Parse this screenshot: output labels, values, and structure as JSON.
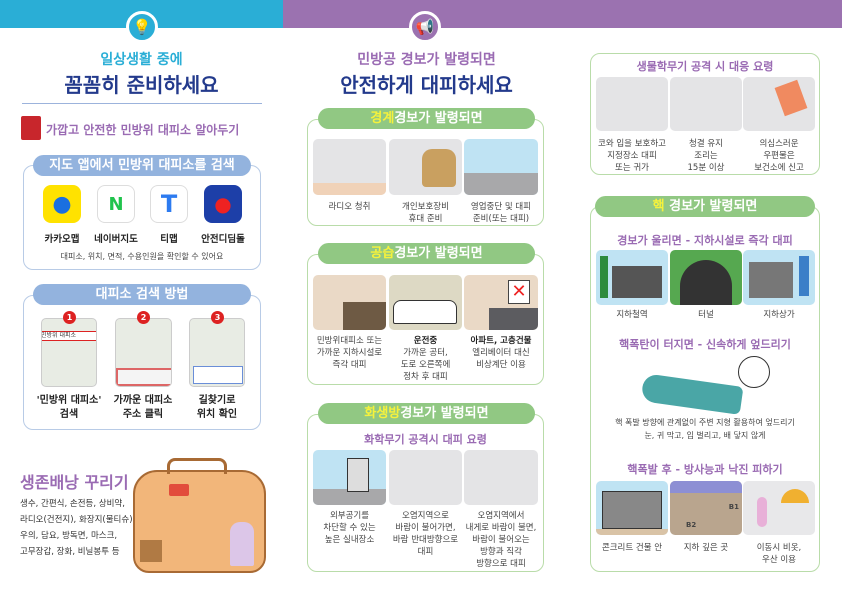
{
  "colors": {
    "left_accent": "#2aaed6",
    "right_accent": "#9b72b0",
    "title_navy": "#233a8c",
    "pill_green": "#91c883",
    "pill_blue": "#93b3de",
    "highlight_yellow": "#f6f23c"
  },
  "left": {
    "icon": "lightbulb-icon",
    "subtitle": "일상생활 중에",
    "title": "꼼꼼히 준비하세요",
    "shelter_heading": "가깝고 안전한 민방위 대피소 알아두기",
    "map_search": {
      "header": "지도 앱에서 민방위 대피소를 검색",
      "apps": [
        {
          "label": "카카오맵",
          "color": "#ffe200"
        },
        {
          "label": "네이버지도",
          "color": "#ffffff"
        },
        {
          "label": "티맵",
          "color": "#ffffff"
        },
        {
          "label": "안전디딤돌",
          "color": "#1d3fa8"
        }
      ],
      "note": "대피소, 위치, 면적, 수용인원을 확인할 수 있어요"
    },
    "search_method": {
      "header": "대피소 검색 방법",
      "steps": [
        {
          "num": "1",
          "search_text": "민방위 대피소",
          "line1": "'민방위 대피소'",
          "line2": "검색"
        },
        {
          "num": "2",
          "line1": "가까운 대피소",
          "line2": "주소 클릭"
        },
        {
          "num": "3",
          "line1": "길찾기로",
          "line2": "위치 확인"
        }
      ]
    },
    "survival_bag": {
      "title": "생존배낭 꾸리기",
      "lines": [
        "생수, 간편식, 손전등, 상비약,",
        "라디오(건전지), 화장지(물티슈),",
        "우의, 담요, 방독면, 마스크,",
        "고무장갑, 장화, 비닐봉투 등"
      ]
    }
  },
  "middle": {
    "icon": "megaphone-icon",
    "subtitle": "민방공 경보가 발령되면",
    "title": "안전하게 대피하세요",
    "alert": {
      "hl": "경계",
      "rest": "경보가 발령되면",
      "items": [
        {
          "l1": "라디오 청취",
          "l2": ""
        },
        {
          "l1": "개인보호장비",
          "l2": "휴대 준비"
        },
        {
          "l1": "영업중단 및 대피",
          "l2": "준비(또는 대피)"
        }
      ]
    },
    "air_raid": {
      "hl": "공습",
      "rest": "경보가 발령되면",
      "items": [
        {
          "bold": "",
          "lines": [
            "민방위대피소 또는",
            "가까운 지하시설로",
            "즉각 대피"
          ]
        },
        {
          "bold": "운전중",
          "lines": [
            "가까운 공터,",
            "도로 오른쪽에",
            "정차 후 대피"
          ]
        },
        {
          "bold": "아파트, 고층건물",
          "lines": [
            "엘리베이터 대신",
            "비상계단 이용"
          ]
        }
      ]
    },
    "cbr": {
      "hl": "화생방",
      "rest": "경보가 발령되면",
      "subtitle": "화학무기 공격시 대피 요령",
      "items": [
        {
          "lines": [
            "외부공기를",
            "차단할 수 있는",
            "높은 실내장소"
          ]
        },
        {
          "lines": [
            "오염지역으로",
            "바람이 불어가면,",
            "바람 반대방향으로",
            "대피"
          ]
        },
        {
          "lines": [
            "오염지역에서",
            "내게로 바람이 불면,",
            "바람이 불어오는",
            "방향과 직각",
            "방향으로 대피"
          ]
        }
      ]
    }
  },
  "right": {
    "bio": {
      "title": "생물학무기 공격 시 대응 요령",
      "items": [
        {
          "lines": [
            "코와 입을 보호하고",
            "지정장소 대피",
            "또는 귀가"
          ]
        },
        {
          "lines": [
            "청결 유지",
            "조리는",
            "15분 이상"
          ]
        },
        {
          "lines": [
            "의심스러운",
            "우편물은",
            "보건소에 신고"
          ]
        }
      ]
    },
    "nuclear": {
      "hl": "핵",
      "rest": " 경보가 발령되면",
      "s1": "경보가 울리면 - 지하시설로 즉각 대피",
      "s1_items": [
        "지하철역",
        "터널",
        "지하상가"
      ],
      "s2": "핵폭탄이 터지면 - 신속하게 엎드리기",
      "s2_lines": [
        "핵 폭발 방향에 관계없이 주변 지형 활용하여 엎드리기",
        "눈, 귀 막고, 입 벌리고, 배 닿지 않게"
      ],
      "s3": "핵폭발 후 - 방사능과 낙진 피하기",
      "s3_items": [
        {
          "lines": [
            "콘크리트 건물 안"
          ]
        },
        {
          "lines": [
            "지하 깊은 곳"
          ],
          "b1": "B1",
          "b2": "B2"
        },
        {
          "lines": [
            "이동시 비옷,",
            "우산 이용"
          ]
        }
      ]
    }
  }
}
